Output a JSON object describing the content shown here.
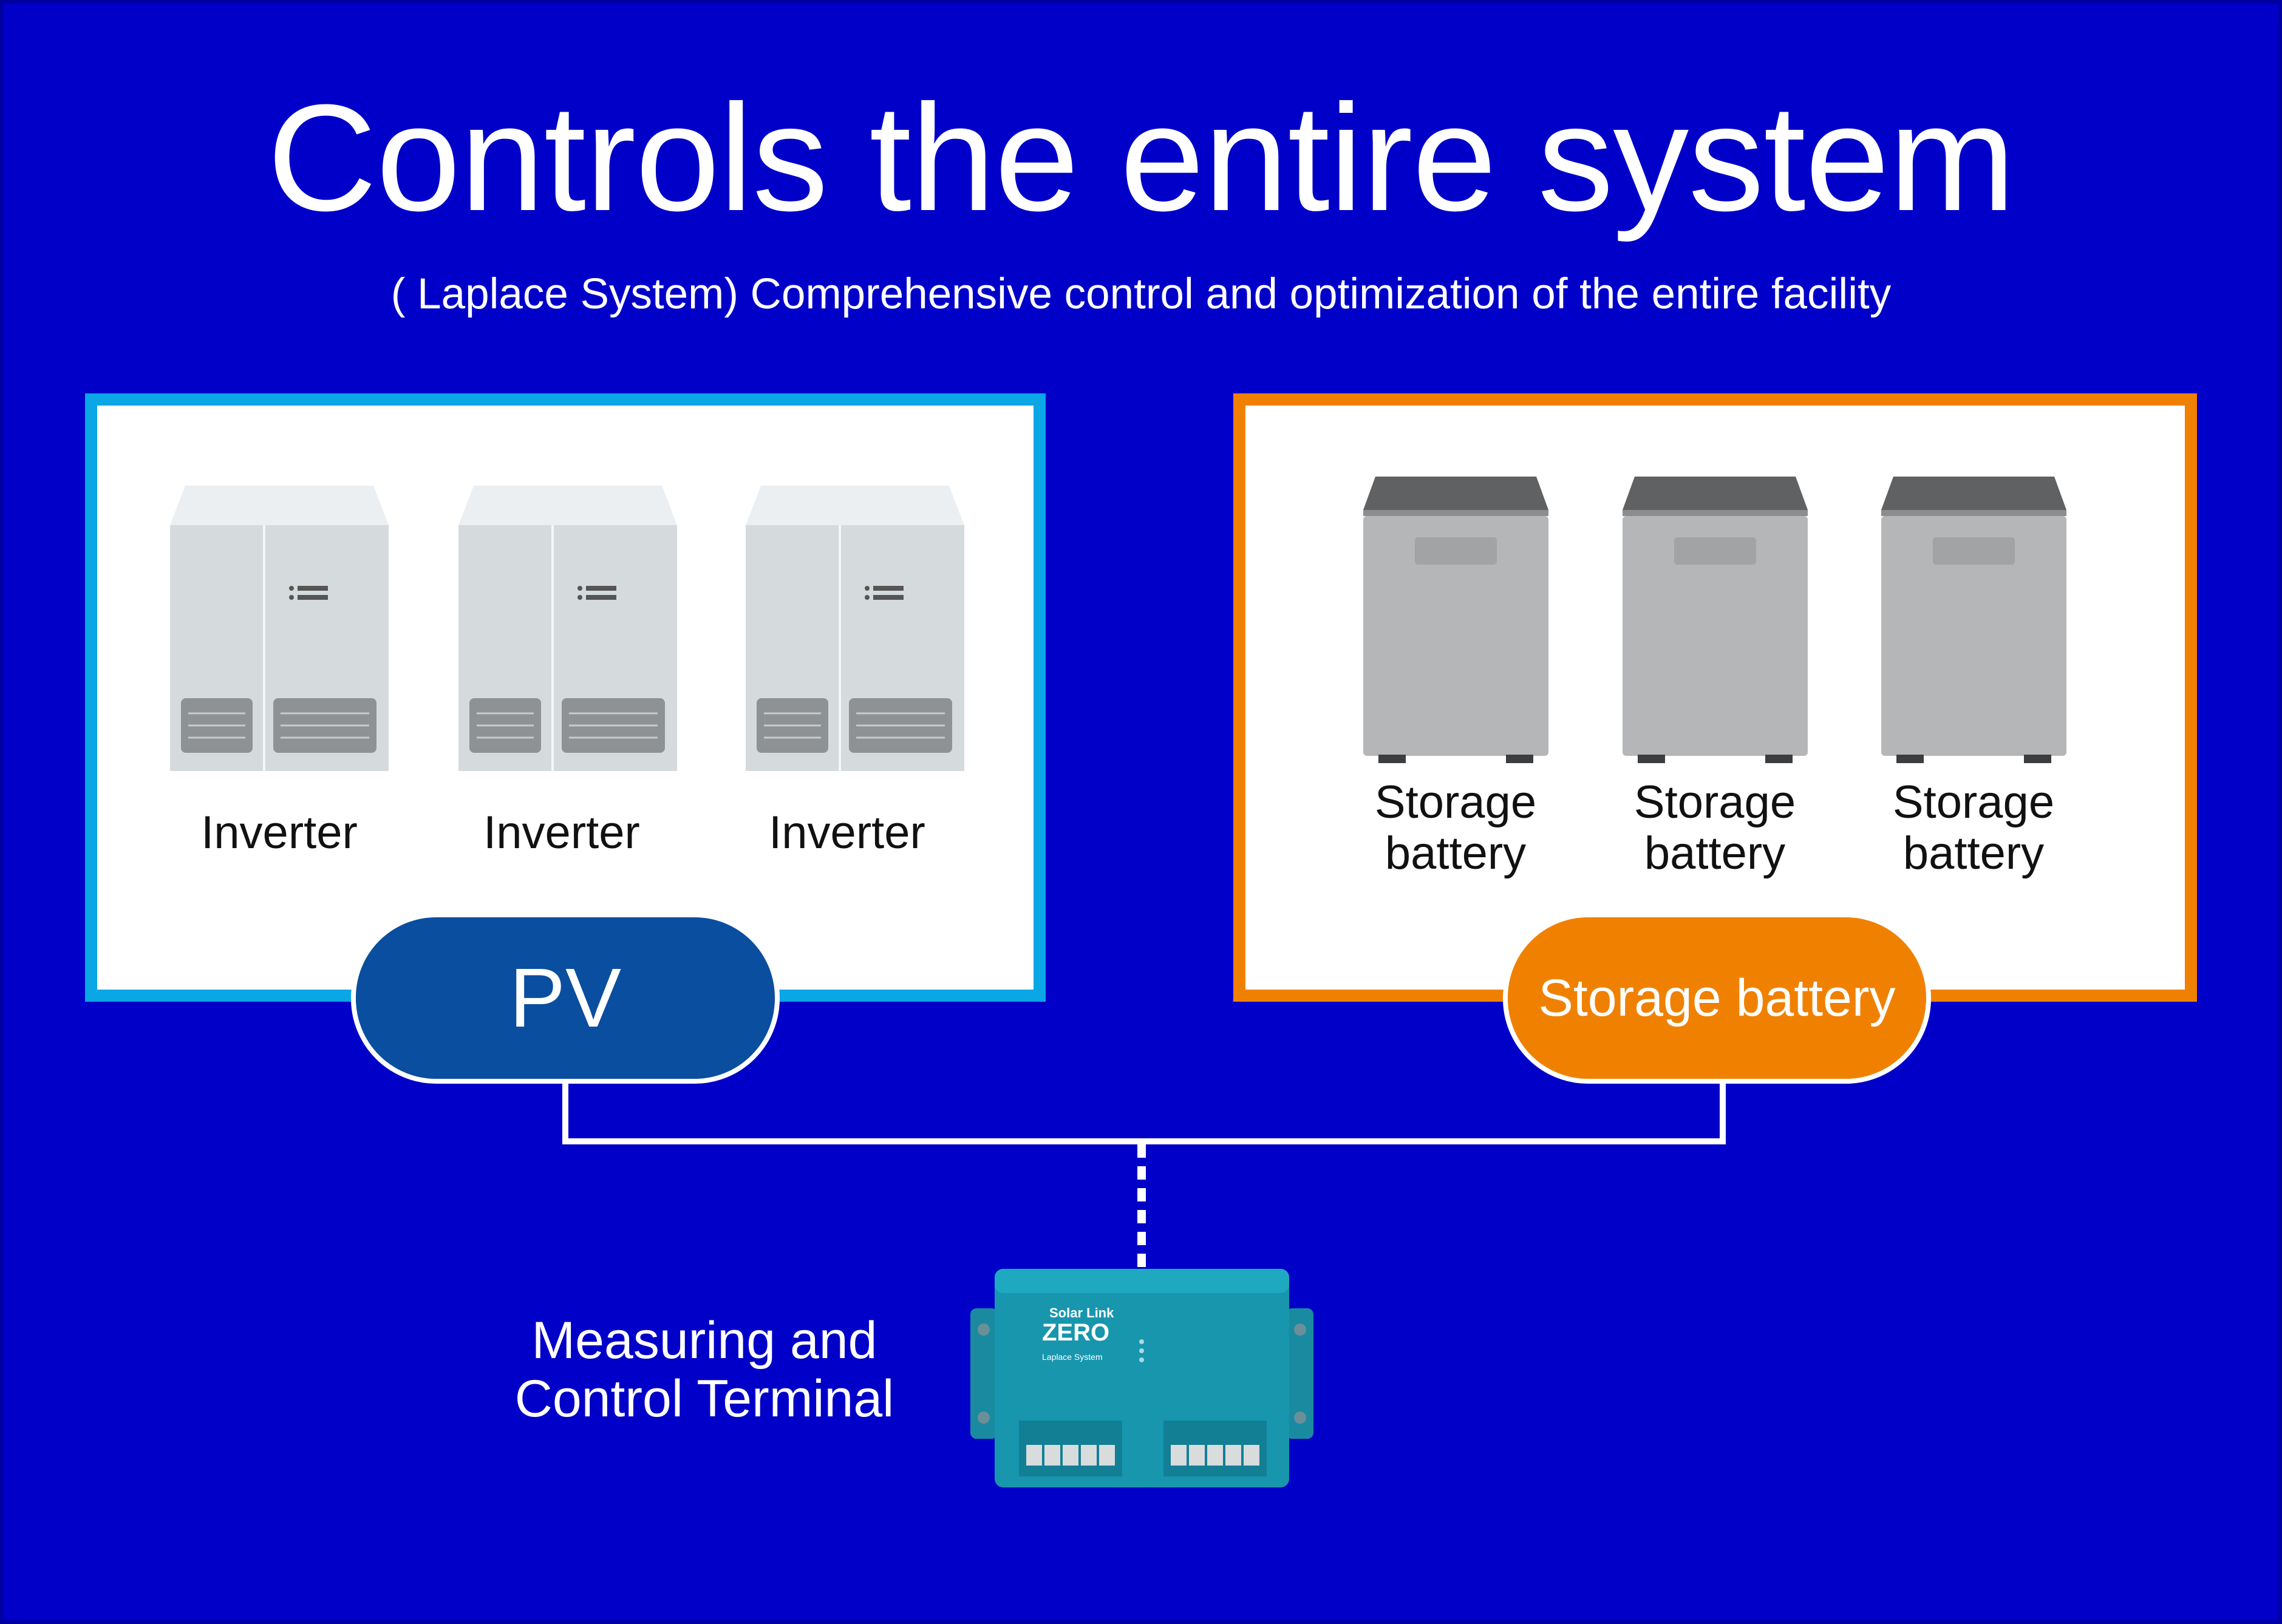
{
  "title": "Controls the entire system",
  "subtitle": "( Laplace System) Comprehensive control and optimization of the entire facility",
  "pv_group": {
    "pill_label": "PV",
    "devices": [
      {
        "label": "Inverter",
        "icon": "inverter-icon"
      },
      {
        "label": "Inverter",
        "icon": "inverter-icon"
      },
      {
        "label": "Inverter",
        "icon": "inverter-icon"
      }
    ]
  },
  "battery_group": {
    "pill_label": "Storage battery",
    "devices": [
      {
        "label_line1": "Storage",
        "label_line2": "battery",
        "icon": "storage-battery-icon"
      },
      {
        "label_line1": "Storage",
        "label_line2": "battery",
        "icon": "storage-battery-icon"
      },
      {
        "label_line1": "Storage",
        "label_line2": "battery",
        "icon": "storage-battery-icon"
      }
    ]
  },
  "terminal": {
    "label_line1": "Measuring and",
    "label_line2": "Control Terminal",
    "icon": "measuring-control-terminal-icon",
    "brand_text_1": "Solar Link",
    "brand_text_2": "ZERO",
    "brand_text_3": "Laplace System"
  },
  "colors": {
    "background": "#0000c8",
    "pv_border": "#0aa6e6",
    "pv_pill": "#0a4e9f",
    "battery_accent": "#f08100",
    "connector": "#ffffff"
  }
}
